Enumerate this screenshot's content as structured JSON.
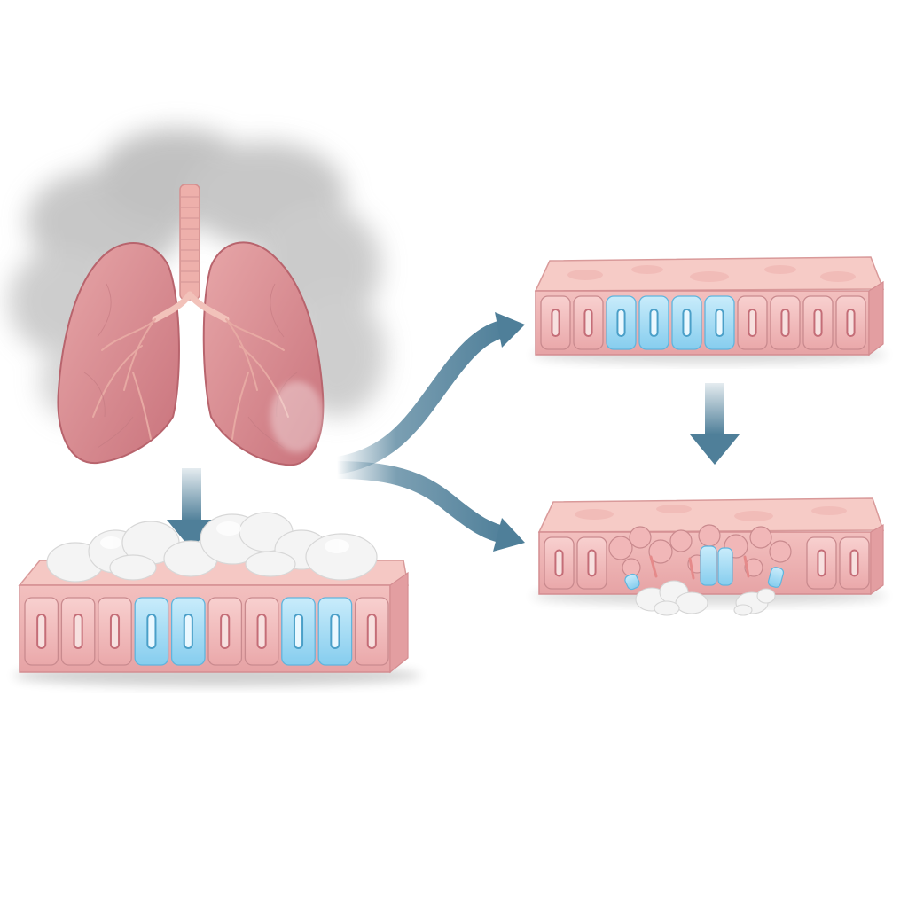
{
  "diagram": {
    "palette": {
      "tissue": "#f2b9b9",
      "tissue_dark": "#d98f92",
      "tissue_top": "#f6c9c6",
      "cell": "#f4c2c2",
      "cell_stroke": "#c98a8e",
      "nucleus": "#e48f97",
      "highlight_cell": "#a9dcf3",
      "highlight_stroke": "#5fb5de",
      "lung": "#d98c92",
      "lung_dark": "#b8646d",
      "airway": "#f0b3ae",
      "arrow": "#4f7f99",
      "smoke": "#9a9a9a",
      "deposit": "#f3f3f3"
    },
    "nodes": [
      {
        "id": "lungs",
        "icon": "lungs-icon",
        "description_visible": false
      },
      {
        "id": "tissue-with-deposits",
        "icon": "epithelium-with-particles-icon"
      },
      {
        "id": "intact-epithelium",
        "icon": "intact-epithelium-icon"
      },
      {
        "id": "damaged-epithelium",
        "icon": "damaged-epithelium-icon"
      }
    ],
    "edges": [
      {
        "from": "lungs",
        "to": "tissue-with-deposits",
        "style": "straight-down"
      },
      {
        "from": "lungs",
        "to": "intact-epithelium",
        "style": "curved-up"
      },
      {
        "from": "lungs",
        "to": "damaged-epithelium",
        "style": "curved-down"
      },
      {
        "from": "intact-epithelium",
        "to": "damaged-epithelium",
        "style": "straight-down"
      }
    ]
  }
}
